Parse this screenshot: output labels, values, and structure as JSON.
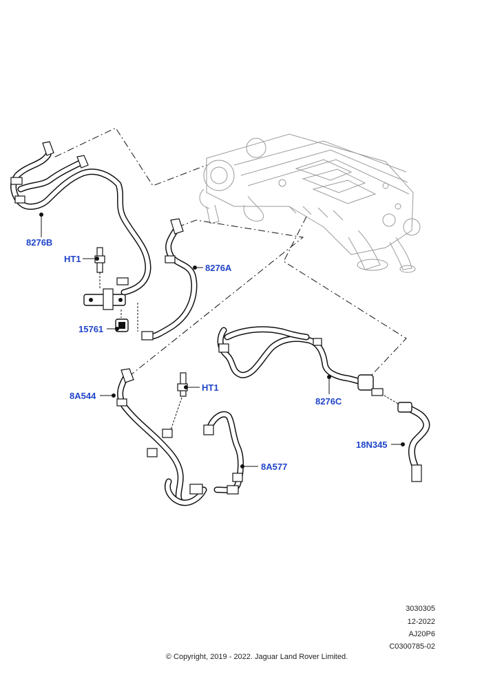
{
  "callouts": {
    "c8276B": "8276B",
    "cHT1a": "HT1",
    "c15761": "15761",
    "c8276A": "8276A",
    "c8A544": "8A544",
    "cHT1b": "HT1",
    "c8276C": "8276C",
    "c8A577": "8A577",
    "c18N345": "18N345"
  },
  "meta": {
    "ref": "3030305",
    "date": "12-2022",
    "engine_code": "AJ20P6",
    "illustration_id": "C0300785-02"
  },
  "copyright": "© Copyright, 2019 - 2022. Jaguar Land Rover Limited.",
  "colors": {
    "callout": "#1f44c9",
    "line": "#111111",
    "engine": "#9a9a9a"
  }
}
